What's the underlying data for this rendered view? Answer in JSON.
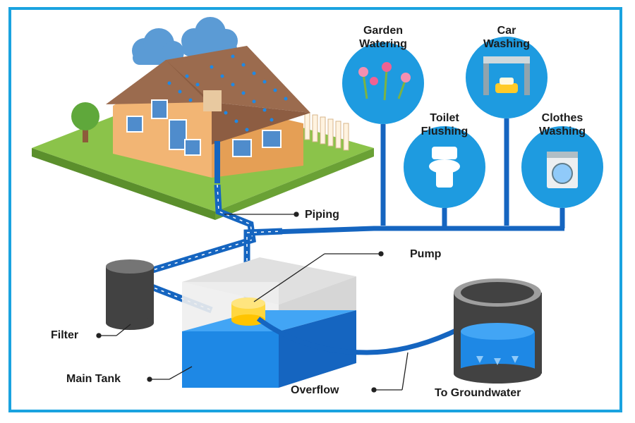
{
  "labels": {
    "garden": [
      "Garden",
      "Watering"
    ],
    "car": [
      "Car",
      "Washing"
    ],
    "toilet": [
      "Toilet",
      "Flushing"
    ],
    "clothes": [
      "Clothes",
      "Washing"
    ],
    "piping": "Piping",
    "pump": "Pump",
    "filter": "Filter",
    "main_tank": "Main Tank",
    "overflow": "Overflow",
    "groundwater": "To Groundwater"
  },
  "colors": {
    "border": "#1aa3e0",
    "pipe": "#1565c0",
    "water": "#1e88e5",
    "circle": "#1e9be0",
    "roof": "#9b6b4e",
    "wall": "#f2b574",
    "grass": "#8bc34a",
    "pump": "#ffd740"
  },
  "icons": [
    "cloud-icon",
    "flower-icon",
    "car-wash-icon",
    "toilet-icon",
    "washing-machine-icon"
  ]
}
